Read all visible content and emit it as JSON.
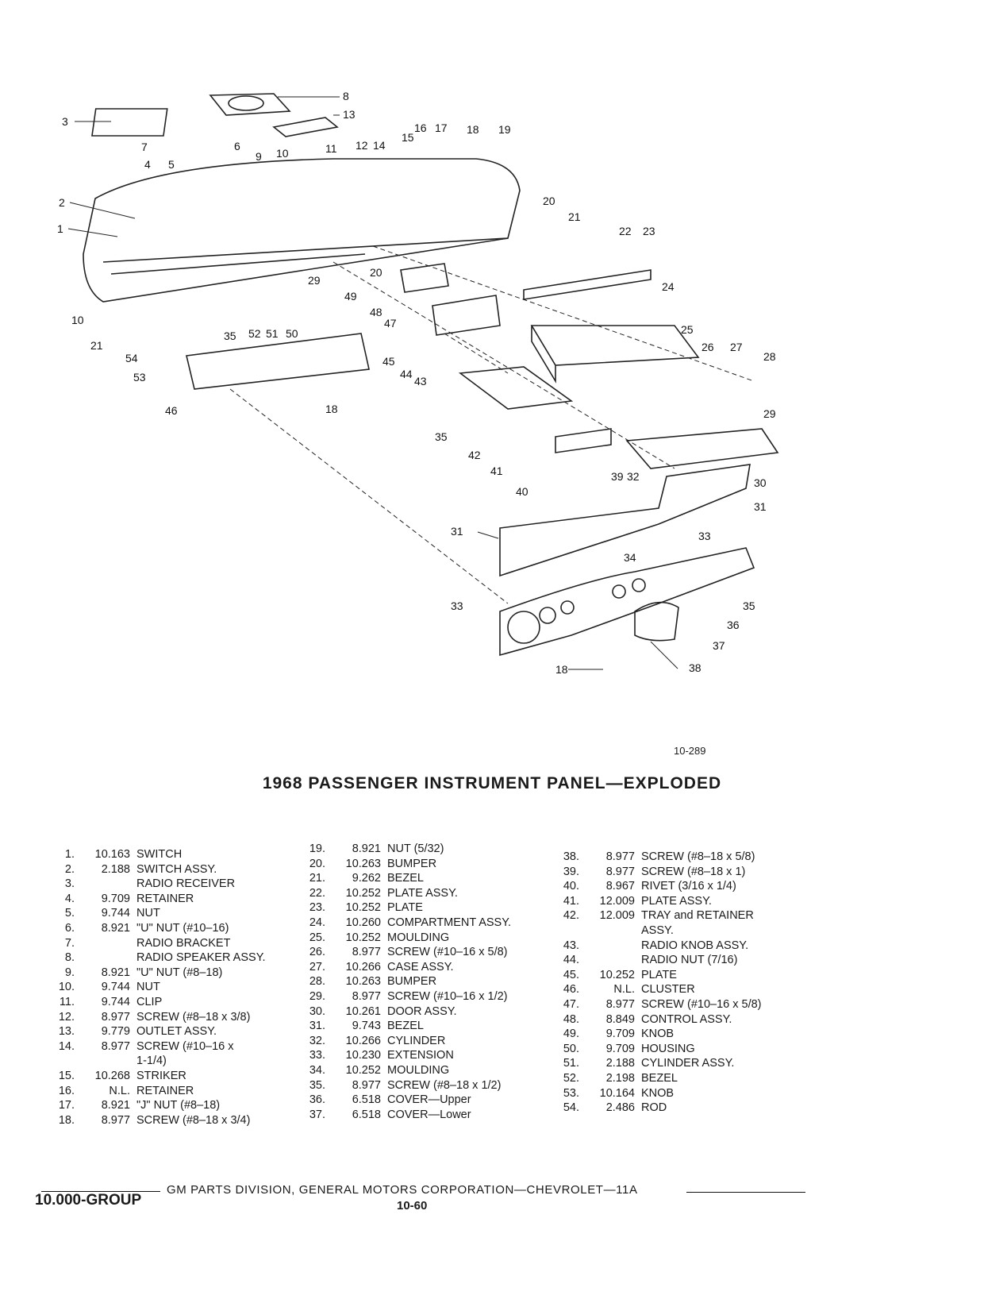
{
  "figure": {
    "code": "10-289",
    "title": "1968 PASSENGER INSTRUMENT PANEL—EXPLODED",
    "callouts": [
      "1",
      "2",
      "3",
      "4",
      "5",
      "6",
      "7",
      "8",
      "9",
      "10",
      "11",
      "12",
      "13",
      "14",
      "15",
      "16",
      "17",
      "18",
      "19",
      "20",
      "21",
      "22",
      "23",
      "24",
      "25",
      "26",
      "27",
      "28",
      "29",
      "30",
      "31",
      "32",
      "33",
      "34",
      "35",
      "36",
      "37",
      "38",
      "39",
      "40",
      "41",
      "42",
      "43",
      "44",
      "45",
      "46",
      "47",
      "48",
      "49",
      "50",
      "51",
      "52",
      "53",
      "54"
    ]
  },
  "parts_col1": [
    {
      "num": "1.",
      "code": "10.163",
      "desc": "SWITCH"
    },
    {
      "num": "2.",
      "code": "2.188",
      "desc": "SWITCH ASSY."
    },
    {
      "num": "3.",
      "code": "",
      "desc": "RADIO RECEIVER"
    },
    {
      "num": "4.",
      "code": "9.709",
      "desc": "RETAINER"
    },
    {
      "num": "5.",
      "code": "9.744",
      "desc": "NUT"
    },
    {
      "num": "6.",
      "code": "8.921",
      "desc": "\"U\" NUT (#10–16)"
    },
    {
      "num": "7.",
      "code": "",
      "desc": "RADIO BRACKET"
    },
    {
      "num": "8.",
      "code": "",
      "desc": "RADIO SPEAKER ASSY."
    },
    {
      "num": "9.",
      "code": "8.921",
      "desc": "\"U\" NUT (#8–18)"
    },
    {
      "num": "10.",
      "code": "9.744",
      "desc": "NUT"
    },
    {
      "num": "11.",
      "code": "9.744",
      "desc": "CLIP"
    },
    {
      "num": "12.",
      "code": "8.977",
      "desc": "SCREW (#8–18 x 3/8)"
    },
    {
      "num": "13.",
      "code": "9.779",
      "desc": "OUTLET ASSY."
    },
    {
      "num": "14.",
      "code": "8.977",
      "desc": "SCREW (#10–16 x"
    },
    {
      "num": "",
      "code": "",
      "desc": "1-1/4)"
    },
    {
      "num": "15.",
      "code": "10.268",
      "desc": "STRIKER"
    },
    {
      "num": "16.",
      "code": "N.L.",
      "desc": "RETAINER"
    },
    {
      "num": "17.",
      "code": "8.921",
      "desc": "\"J\" NUT (#8–18)"
    },
    {
      "num": "18.",
      "code": "8.977",
      "desc": "SCREW (#8–18 x 3/4)"
    }
  ],
  "parts_col2": [
    {
      "num": "19.",
      "code": "8.921",
      "desc": "NUT (5/32)"
    },
    {
      "num": "20.",
      "code": "10.263",
      "desc": "BUMPER"
    },
    {
      "num": "21.",
      "code": "9.262",
      "desc": "BEZEL"
    },
    {
      "num": "22.",
      "code": "10.252",
      "desc": "PLATE ASSY."
    },
    {
      "num": "23.",
      "code": "10.252",
      "desc": "PLATE"
    },
    {
      "num": "24.",
      "code": "10.260",
      "desc": "COMPARTMENT ASSY."
    },
    {
      "num": "25.",
      "code": "10.252",
      "desc": "MOULDING"
    },
    {
      "num": "26.",
      "code": "8.977",
      "desc": "SCREW (#10–16 x 5/8)"
    },
    {
      "num": "27.",
      "code": "10.266",
      "desc": "CASE ASSY."
    },
    {
      "num": "28.",
      "code": "10.263",
      "desc": "BUMPER"
    },
    {
      "num": "29.",
      "code": "8.977",
      "desc": "SCREW (#10–16 x 1/2)"
    },
    {
      "num": "30.",
      "code": "10.261",
      "desc": "DOOR ASSY."
    },
    {
      "num": "31.",
      "code": "9.743",
      "desc": "BEZEL"
    },
    {
      "num": "32.",
      "code": "10.266",
      "desc": "CYLINDER"
    },
    {
      "num": "33.",
      "code": "10.230",
      "desc": "EXTENSION"
    },
    {
      "num": "34.",
      "code": "10.252",
      "desc": "MOULDING"
    },
    {
      "num": "35.",
      "code": "8.977",
      "desc": "SCREW (#8–18 x 1/2)"
    },
    {
      "num": "36.",
      "code": "6.518",
      "desc": "COVER—Upper"
    },
    {
      "num": "37.",
      "code": "6.518",
      "desc": "COVER—Lower"
    }
  ],
  "parts_col3": [
    {
      "num": "38.",
      "code": "8.977",
      "desc": "SCREW (#8–18 x 5/8)"
    },
    {
      "num": "39.",
      "code": "8.977",
      "desc": "SCREW (#8–18 x 1)"
    },
    {
      "num": "40.",
      "code": "8.967",
      "desc": "RIVET (3/16 x 1/4)"
    },
    {
      "num": "41.",
      "code": "12.009",
      "desc": "PLATE ASSY."
    },
    {
      "num": "42.",
      "code": "12.009",
      "desc": "TRAY and RETAINER"
    },
    {
      "num": "",
      "code": "",
      "desc": "ASSY."
    },
    {
      "num": "43.",
      "code": "",
      "desc": "RADIO KNOB ASSY."
    },
    {
      "num": "44.",
      "code": "",
      "desc": "RADIO NUT (7/16)"
    },
    {
      "num": "45.",
      "code": "10.252",
      "desc": "PLATE"
    },
    {
      "num": "46.",
      "code": "N.L.",
      "desc": "CLUSTER"
    },
    {
      "num": "47.",
      "code": "8.977",
      "desc": "SCREW (#10–16 x 5/8)"
    },
    {
      "num": "48.",
      "code": "8.849",
      "desc": "CONTROL ASSY."
    },
    {
      "num": "49.",
      "code": "9.709",
      "desc": "KNOB"
    },
    {
      "num": "50.",
      "code": "9.709",
      "desc": "HOUSING"
    },
    {
      "num": "51.",
      "code": "2.188",
      "desc": "CYLINDER ASSY."
    },
    {
      "num": "52.",
      "code": "2.198",
      "desc": "BEZEL"
    },
    {
      "num": "53.",
      "code": "10.164",
      "desc": "KNOB"
    },
    {
      "num": "54.",
      "code": "2.486",
      "desc": "ROD"
    }
  ],
  "footer": {
    "text": "GM PARTS DIVISION, GENERAL MOTORS CORPORATION—CHEVROLET—11A",
    "group": "10.000-GROUP",
    "page": "10-60"
  }
}
